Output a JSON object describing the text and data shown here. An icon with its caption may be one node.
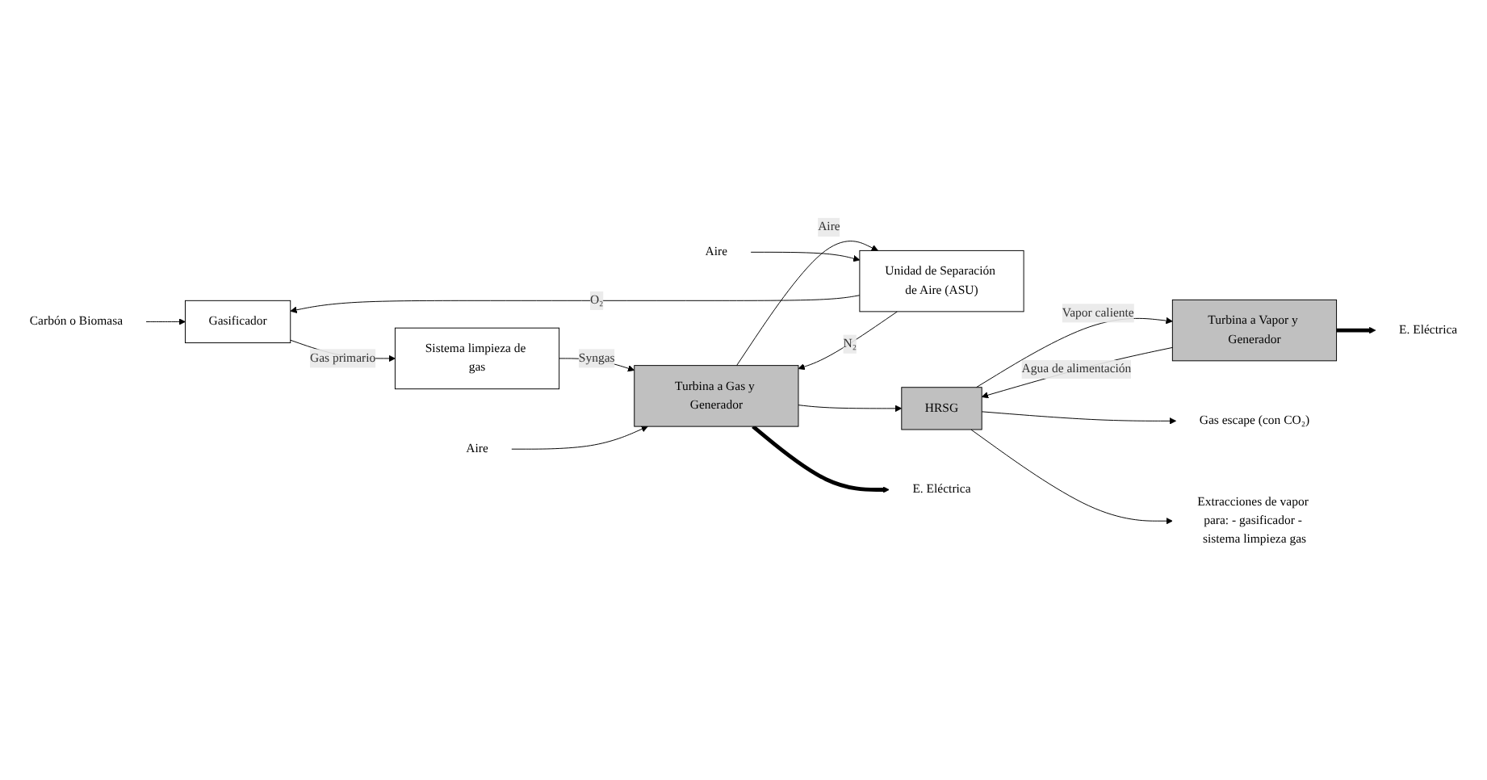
{
  "diagram": {
    "nodes": [
      {
        "text": [
          "Carbón o Biomasa"
        ]
      },
      {
        "text": [
          "Gasificador"
        ]
      },
      {
        "text": [
          "Sistema limpieza de gas"
        ]
      },
      {
        "text": [
          "Turbina a Vapor y Generador"
        ]
      },
      {
        "text": [
          "E. Eléctrica"
        ]
      },
      {
        "text": [
          "Unidad de Separación de Aire (ASU)"
        ]
      },
      {
        "text": [
          "Aire"
        ]
      },
      {
        "text": [
          "Turbina a Gas y Generador"
        ]
      },
      {
        "text": [
          "HRSG"
        ]
      },
      {
        "text": [
          "Gas escape (con CO₂)"
        ]
      },
      {
        "text": [
          "Aire"
        ]
      },
      {
        "text": [
          "E. Eléctrica"
        ]
      },
      {
        "text": [
          "Extracciones de vapor para: - gasificador - sistema limpieza gas"
        ]
      }
    ],
    "edges": [
      {
        "from": 0,
        "to": 1,
        "arrow": "to"
      },
      {
        "from": 1,
        "to": 2,
        "arrow": "to",
        "label": "Gas primario"
      },
      {
        "from": 5,
        "to": 1,
        "arrow": "to",
        "label": "O₂"
      },
      {
        "from": 2,
        "to": 7,
        "arrow": "to",
        "label": "Syngas"
      },
      {
        "from": 6,
        "to": 7,
        "arrow": "to"
      },
      {
        "from": 5,
        "to": 7,
        "arrow": "to",
        "label": "N₂"
      },
      {
        "from": 7,
        "to": 5,
        "arrow": "to",
        "label": "Aire"
      },
      {
        "from": 10,
        "to": 5,
        "arrow": "to"
      },
      {
        "from": 7,
        "to": 11,
        "arrow": "to",
        "style": "thick"
      },
      {
        "from": 7,
        "to": 8,
        "arrow": "to"
      },
      {
        "from": 8,
        "to": 3,
        "arrow": "to",
        "label": "Vapor caliente"
      },
      {
        "from": 3,
        "to": 8,
        "arrow": "to",
        "label": "Agua de alimentación"
      },
      {
        "from": 3,
        "to": 4,
        "arrow": "to",
        "style": "thick"
      },
      {
        "from": 8,
        "to": 9,
        "arrow": "to"
      },
      {
        "from": 8,
        "to": 12,
        "arrow": "to"
      }
    ]
  }
}
